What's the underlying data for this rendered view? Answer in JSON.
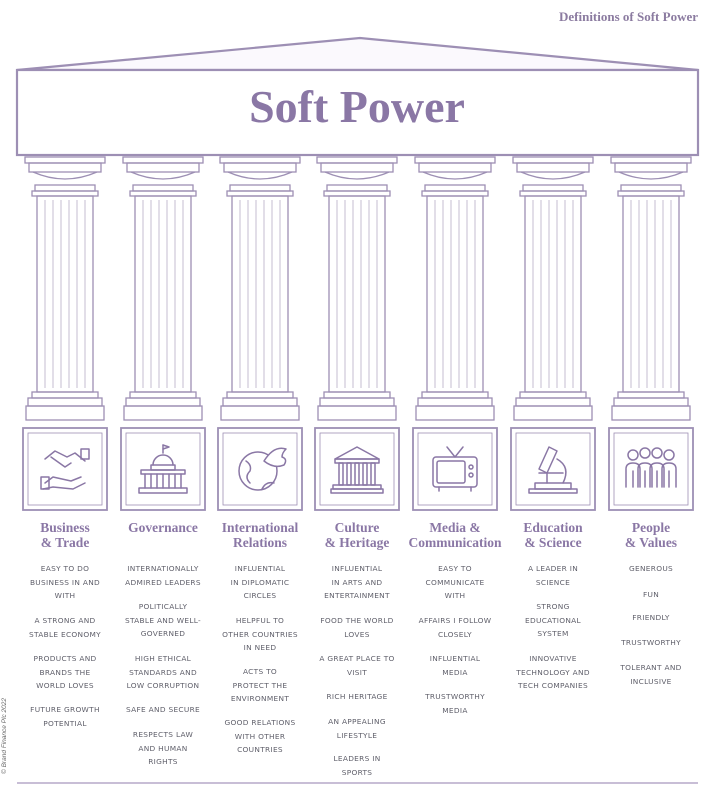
{
  "header": {
    "title": "Definitions of Soft Power"
  },
  "roof": {
    "title": "Soft Power"
  },
  "copyright": "© Brand Finance Plc 2022",
  "colors": {
    "accent": "#8a77a5",
    "line": "#9d8fb4",
    "text": "#5f5f6a"
  },
  "pillars": [
    {
      "title": "Business\n& Trade",
      "icon": "handshake-icon",
      "items": [
        "EASY TO DO\nBUSINESS IN AND\nWITH",
        "A STRONG AND\nSTABLE ECONOMY",
        "PRODUCTS AND\nBRANDS THE\nWORLD LOVES",
        "FUTURE GROWTH\nPOTENTIAL"
      ]
    },
    {
      "title": "Governance",
      "icon": "capitol-icon",
      "items": [
        "INTERNATIONALLY\nADMIRED LEADERS",
        "POLITICALLY\nSTABLE AND WELL-\nGOVERNED",
        "HIGH ETHICAL\nSTANDARDS AND\nLOW CORRUPTION",
        "SAFE AND SECURE",
        "RESPECTS LAW\nAND HUMAN\nRIGHTS"
      ]
    },
    {
      "title": "International\nRelations",
      "icon": "globe-dove-icon",
      "items": [
        "INFLUENTIAL\nIN DIPLOMATIC\nCIRCLES",
        "HELPFUL TO\nOTHER COUNTRIES\nIN NEED",
        "ACTS TO\nPROTECT THE\nENVIRONMENT",
        "GOOD RELATIONS\nWITH OTHER\nCOUNTRIES"
      ]
    },
    {
      "title": "Culture\n& Heritage",
      "icon": "temple-icon",
      "items": [
        "INFLUENTIAL\nIN ARTS AND\nENTERTAINMENT",
        "FOOD THE WORLD\nLOVES",
        "A GREAT PLACE TO\nVISIT",
        "RICH HERITAGE",
        "AN APPEALING\nLIFESTYLE",
        "LEADERS IN\nSPORTS"
      ]
    },
    {
      "title": "Media &\nCommunication",
      "icon": "tv-icon",
      "items": [
        "EASY TO\nCOMMUNICATE\nWITH",
        "AFFAIRS I FOLLOW\nCLOSELY",
        "INFLUENTIAL\nMEDIA",
        "TRUSTWORTHY\nMEDIA"
      ]
    },
    {
      "title": "Education\n& Science",
      "icon": "microscope-icon",
      "items": [
        "A LEADER IN\nSCIENCE",
        "STRONG\nEDUCATIONAL\nSYSTEM",
        "INNOVATIVE\nTECHNOLOGY AND\nTECH COMPANIES"
      ]
    },
    {
      "title": "People\n& Values",
      "icon": "people-icon",
      "items": [
        "GENEROUS",
        "FUN",
        "FRIENDLY",
        "TRUSTWORTHY",
        "TOLERANT AND\nINCLUSIVE"
      ]
    }
  ]
}
